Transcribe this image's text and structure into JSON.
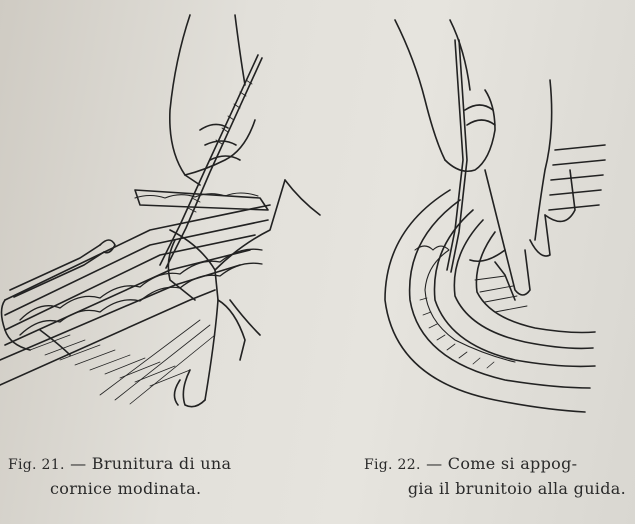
{
  "figures": [
    {
      "id": "fig21",
      "label": "Fig. 21.",
      "caption_line1": "— Brunitura di una",
      "caption_line2": "cornice modinata."
    },
    {
      "id": "fig22",
      "label": "Fig. 22.",
      "caption_line1": "— Come si appog-",
      "caption_line2": "gia il brunitoio alla guida."
    }
  ],
  "colors": {
    "ink": "#2a2a2a",
    "paper": "#e4e2dc"
  }
}
